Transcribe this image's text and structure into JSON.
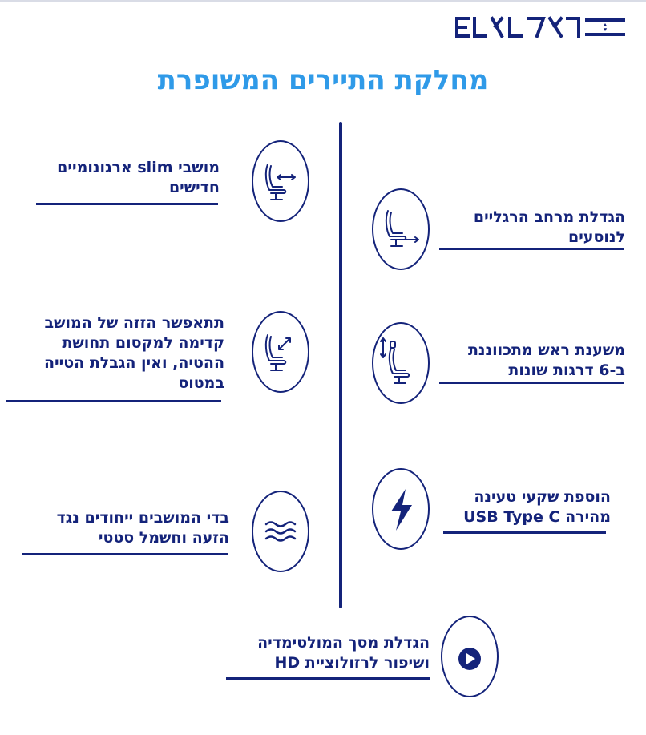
{
  "brand": {
    "logo_text": "ELAL אלעל",
    "color": "#14237a"
  },
  "title": "מחלקת התיירים המשופרת",
  "colors": {
    "title": "#2f9ae8",
    "text": "#14237a"
  },
  "features": [
    {
      "id": "slim",
      "icon": "seat-recline-arrows-icon",
      "lines": [
        "מושבי slim ארגונומיים",
        "חדישים"
      ]
    },
    {
      "id": "legroom",
      "icon": "seat-legroom-icon",
      "lines": [
        "הגדלת מרחב הרגליים",
        "לנוסעים"
      ]
    },
    {
      "id": "recline",
      "icon": "seat-recline-icon",
      "lines": [
        "תתאפשר הזזה  של המושב",
        "קדימה למקסום תחושת",
        "ההטיה, ואין הגבלת הטייה",
        "במטוס"
      ]
    },
    {
      "id": "headrest",
      "icon": "seat-headrest-icon",
      "lines": [
        "משענת ראש מתכווננת",
        "ב-6 דרגות שונות"
      ]
    },
    {
      "id": "fabric",
      "icon": "waves-icon",
      "lines": [
        "בדי המושבים ייחודים נגד",
        "הזעה וחשמל סטטי"
      ]
    },
    {
      "id": "usb",
      "icon": "lightning-icon",
      "lines": [
        "הוספת שקעי טעינה",
        "מהירה USB Type C"
      ]
    },
    {
      "id": "screen",
      "icon": "play-icon",
      "lines": [
        "הגדלת מסך המולטימדיה",
        "ושיפור לרזולוציית HD"
      ]
    }
  ]
}
